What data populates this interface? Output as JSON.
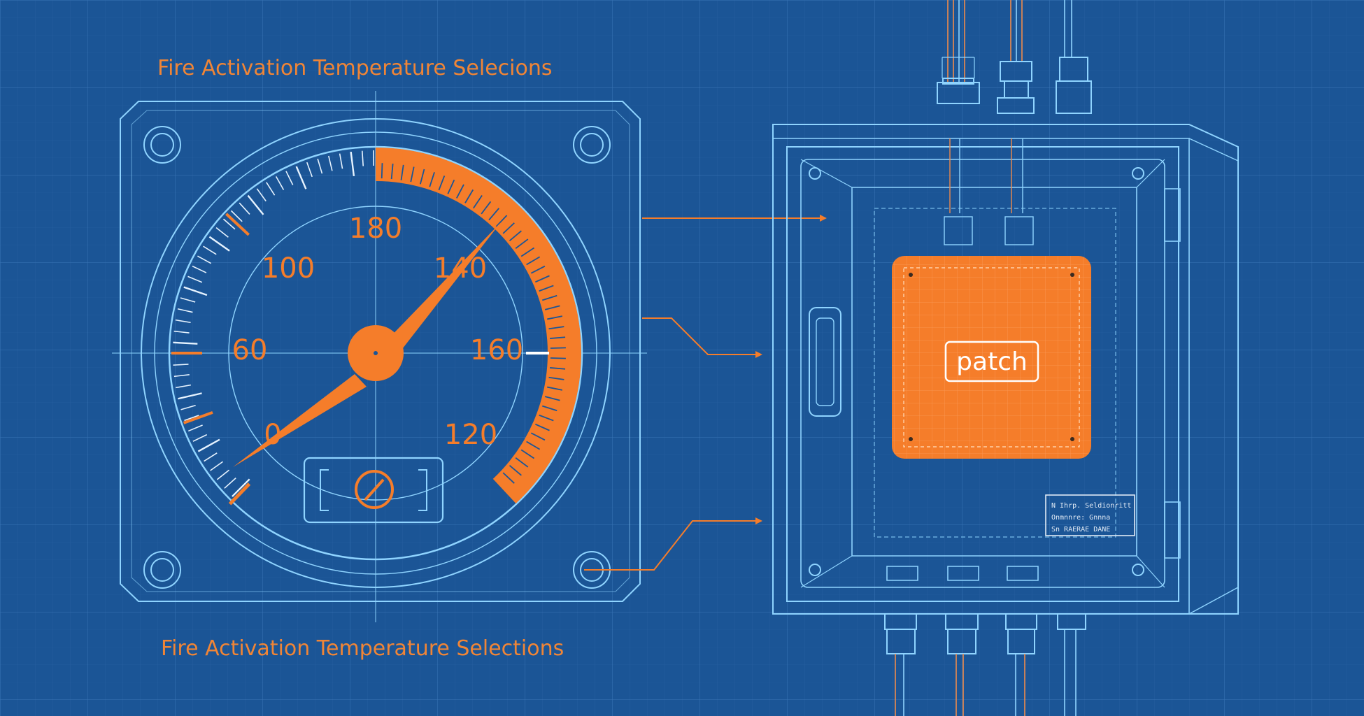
{
  "title_top": "Fire Activation Temperature Selecions",
  "title_bottom": "Fire Activation Temperature Selections",
  "gauge": {
    "labels": [
      "0",
      "60",
      "100",
      "180",
      "140",
      "160",
      "120"
    ],
    "accent": "#f57d2a",
    "line": "#8fd4ff"
  },
  "enclosure": {
    "patch_label": "patch",
    "nameplate_lines": [
      "N Ihrp. Seldionritt",
      "Onmnnre: Gnnna",
      "Sn RAERAE DANE"
    ]
  },
  "colors": {
    "background": "#1b5596",
    "accent": "#f57d2a",
    "line": "#8fd4ff"
  }
}
